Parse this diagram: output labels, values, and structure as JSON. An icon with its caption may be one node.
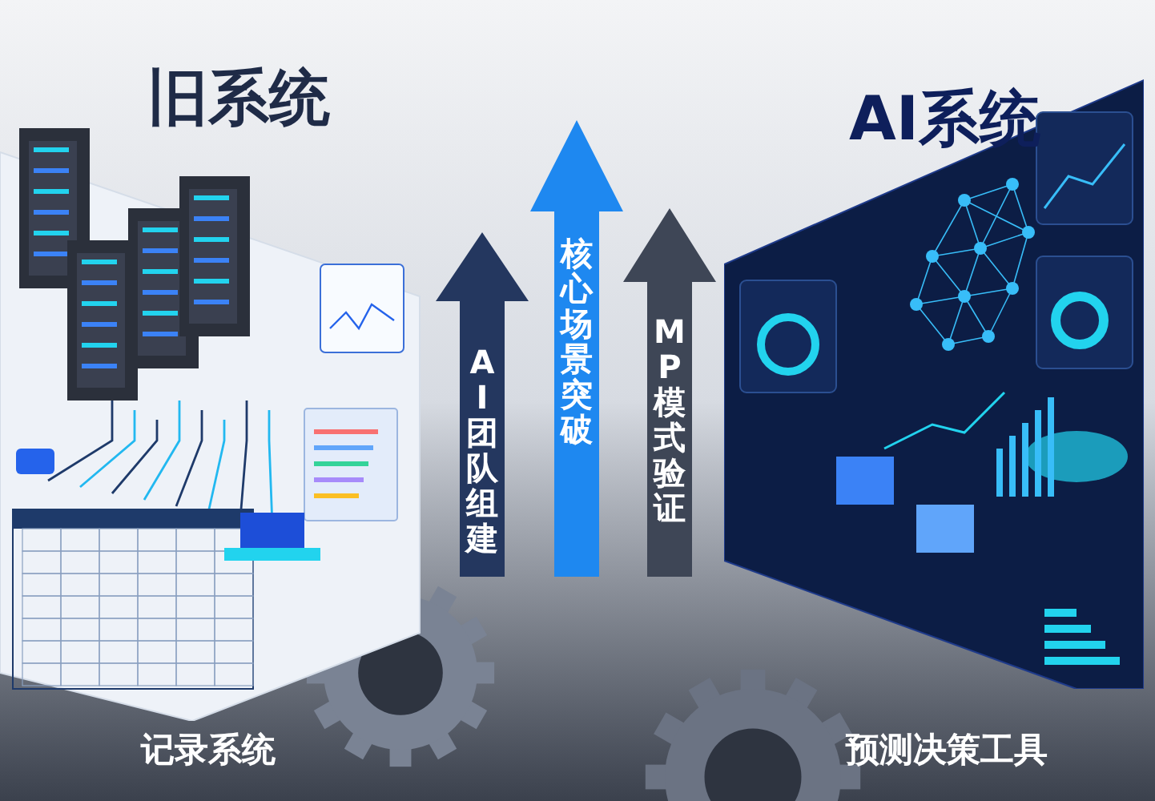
{
  "diagram": {
    "nodes": [
      {
        "text": [
          "旧系统"
        ],
        "beside": [
          "记录系统"
        ]
      },
      {
        "text": [
          "AI系统"
        ],
        "beside": [
          "预测决策工具"
        ]
      },
      {
        "text": [
          "AI团队组建"
        ]
      },
      {
        "text": [
          "核心场景突破"
        ]
      },
      {
        "text": [
          "MP模式验证"
        ]
      }
    ]
  }
}
